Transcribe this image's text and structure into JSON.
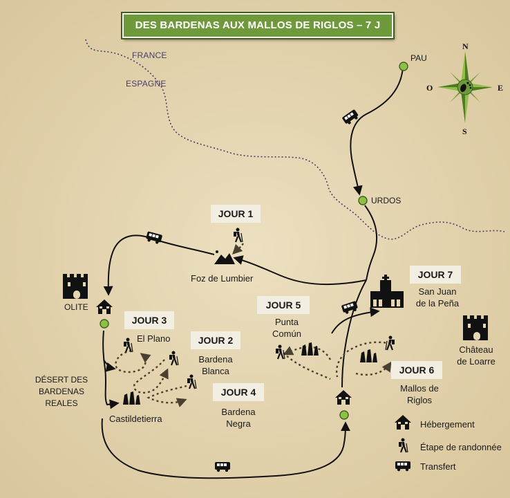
{
  "title": "DES BARDENAS AUX MALLOS DE RIGLOS – 7 J",
  "border": {
    "north": "FRANCE",
    "south": "ESPAGNE"
  },
  "compass": {
    "n": "N",
    "s": "S",
    "e": "E",
    "w": "O"
  },
  "places": {
    "pau": "PAU",
    "urdos": "URDOS",
    "foz": "Foz de Lumbier",
    "olite": "OLITE",
    "el_plano": "El Plano",
    "bardena_blanca": [
      "Bardena",
      "Blanca"
    ],
    "bardena_negra": [
      "Bardena",
      "Negra"
    ],
    "castildetierra": "Castildetierra",
    "desert": [
      "DÉSERT DES",
      "BARDENAS",
      "REALES"
    ],
    "punta_comun": [
      "Punta",
      "Común"
    ],
    "san_juan": [
      "San Juan",
      "de la Peña"
    ],
    "chateau": [
      "Château",
      "de Loarre"
    ],
    "mallos": [
      "Mallos de",
      "Riglos"
    ]
  },
  "days": {
    "d1": "JOUR 1",
    "d2": "JOUR 2",
    "d3": "JOUR 3",
    "d4": "JOUR 4",
    "d5": "JOUR 5",
    "d6": "JOUR 6",
    "d7": "JOUR 7"
  },
  "legend": {
    "lodging": "Hébergement",
    "hike": "Étape de randonnée",
    "transfer": "Transfert"
  },
  "colors": {
    "title_bg": "#6f9a3c",
    "green_dot": "#8fbf45",
    "border_line": "#4a3d68",
    "parchment": "#e6d7b3"
  }
}
